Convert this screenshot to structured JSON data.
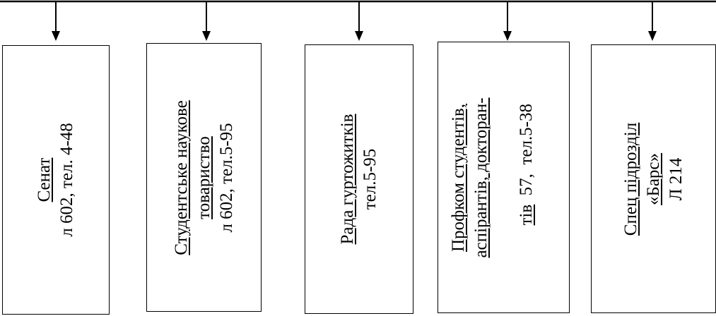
{
  "boxes": [
    {
      "lines": [
        {
          "u": "Сенат",
          "t": ""
        },
        {
          "u": "",
          "t": "л 602,  тел. 4-48"
        }
      ]
    },
    {
      "lines": [
        {
          "u": "Студентське наукове",
          "t": ""
        },
        {
          "u": "товариство",
          "t": ""
        },
        {
          "u": "",
          "t": "л 602,    тел.5-95"
        }
      ]
    },
    {
      "lines": [
        {
          "u": "Рада гуртожитків",
          "t": ""
        },
        {
          "u": "",
          "t": "тел.5-95"
        }
      ]
    },
    {
      "lines": [
        {
          "u": "Профком студентів,",
          "t": ""
        },
        {
          "u": "аспірантів, докторан-",
          "t": ""
        },
        {
          "u": "тів",
          "t": "  57,  тел.5-38"
        }
      ]
    },
    {
      "lines": [
        {
          "u": "Спец підрозділ",
          "t": ""
        },
        {
          "u": "«Барс»",
          "t": ""
        },
        {
          "u": "",
          "t": "Л 214"
        }
      ]
    }
  ]
}
